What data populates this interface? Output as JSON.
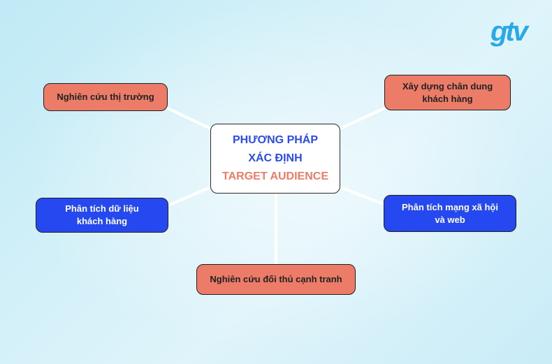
{
  "logo": {
    "text": "gtv",
    "color": "#2aa9e8"
  },
  "center": {
    "line1": "PHƯƠNG PHÁP",
    "line2": "XÁC ĐỊNH",
    "line3": "TARGET AUDIENCE"
  },
  "nodes": {
    "market_research": {
      "line1": "Nghiên cứu thị trường"
    },
    "persona": {
      "line1": "Xây dựng chân dung",
      "line2": "khách hàng"
    },
    "customer_data": {
      "line1": "Phân tích dữ liệu",
      "line2": "khách hàng"
    },
    "social_web": {
      "line1": "Phân tích mạng xã hội",
      "line2": "và web"
    },
    "competitor": {
      "line1": "Nghiên cứu đối thủ cạnh tranh"
    }
  },
  "colors": {
    "salmon": "#ec7c68",
    "blue": "#2548f0",
    "center_title": "#2a4bf0",
    "center_accent": "#ec7c68"
  }
}
